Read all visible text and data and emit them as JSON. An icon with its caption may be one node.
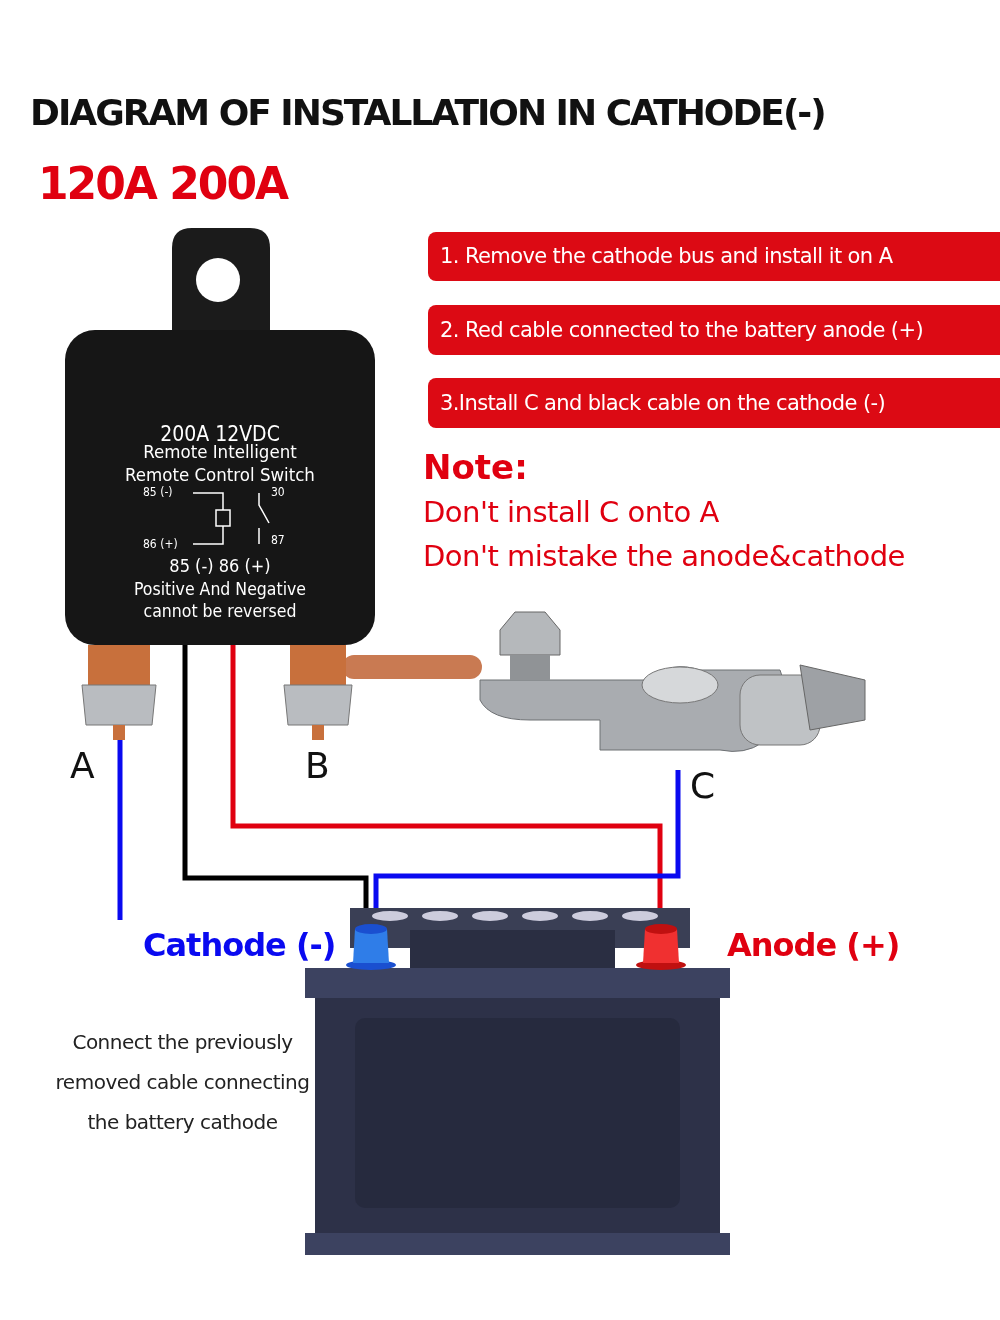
{
  "diagram": {
    "title": "DIAGRAM OF INSTALLATION IN CATHODE(-)",
    "nodes": [
      {
        "text": [
          "200A 12VDC",
          "Remote Intelligent Remote Control Switch",
          "85 (-)",
          "30",
          "86 (+)",
          "87",
          "85 (-) 86 (+)",
          "Positive And Negative cannot be reversed"
        ]
      },
      {
        "text": [],
        "shape": "picture",
        "beside": [
          "A"
        ]
      },
      {
        "text": [],
        "shape": "picture",
        "beside": [
          "B"
        ]
      },
      {
        "text": [],
        "shape": "picture",
        "beside": [
          "C"
        ]
      },
      {
        "text": [],
        "shape": "picture"
      },
      {
        "text": [],
        "shape": "cylinder",
        "beside": [
          "Cathode (-)"
        ]
      },
      {
        "text": [],
        "shape": "cylinder"
      },
      {
        "text": [
          "1. Remove the cathode bus and install it on A"
        ]
      },
      {
        "text": [
          "2. Red cable connected to the battery anode (+)"
        ]
      },
      {
        "text": [
          "3.Install C and black cable on the cathode (-)"
        ]
      }
    ],
    "edges": [
      {
        "from": 1,
        "to": null,
        "arrow": "none",
        "color": "#0a0af0"
      },
      {
        "from": 0,
        "to": 5,
        "arrow": "none",
        "color": "#000000"
      },
      {
        "from": 0,
        "to": 6,
        "arrow": "none",
        "color": "#e00010"
      },
      {
        "from": 3,
        "to": 5,
        "arrow": "none",
        "color": "#0a0af0"
      },
      {
        "from": 2,
        "to": 3,
        "arrow": "none",
        "style": "thick",
        "color": "#c97a52"
      }
    ],
    "labels": [
      "120A 200A",
      "Note:",
      "Don't install C onto A",
      "Don't mistake the anode&cathode",
      "Anode (+)",
      "Connect the previously removed cable connecting the battery cathode"
    ]
  }
}
